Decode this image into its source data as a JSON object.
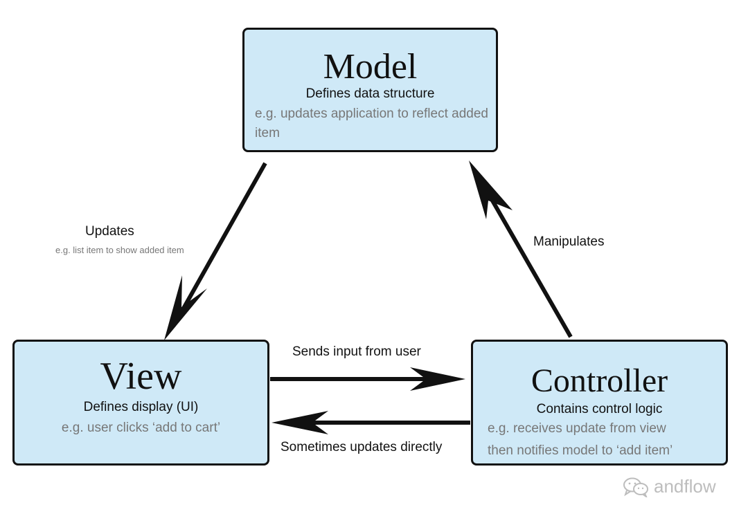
{
  "model": {
    "title": "Model",
    "subtitle": "Defines data structure",
    "example": "e.g. updates application to reflect added item"
  },
  "view": {
    "title": "View",
    "subtitle": "Defines display (UI)",
    "example": "e.g. user clicks ‘add to cart’"
  },
  "controller": {
    "title": "Controller",
    "subtitle": "Contains control logic",
    "example_line1": "e.g. receives update from view",
    "example_line2": "then notifies model to ‘add item’"
  },
  "edges": {
    "updates_label": "Updates",
    "updates_example": "e.g. list item to show added item",
    "manipulates_label": "Manipulates",
    "sends_input_label": "Sends input from user",
    "sometimes_updates_label": "Sometimes updates directly"
  },
  "watermark": {
    "icon": "wechat-icon",
    "text": "andflow"
  },
  "colors": {
    "box_fill": "#cfe9f7",
    "border": "#111111",
    "example_text": "#777777"
  }
}
